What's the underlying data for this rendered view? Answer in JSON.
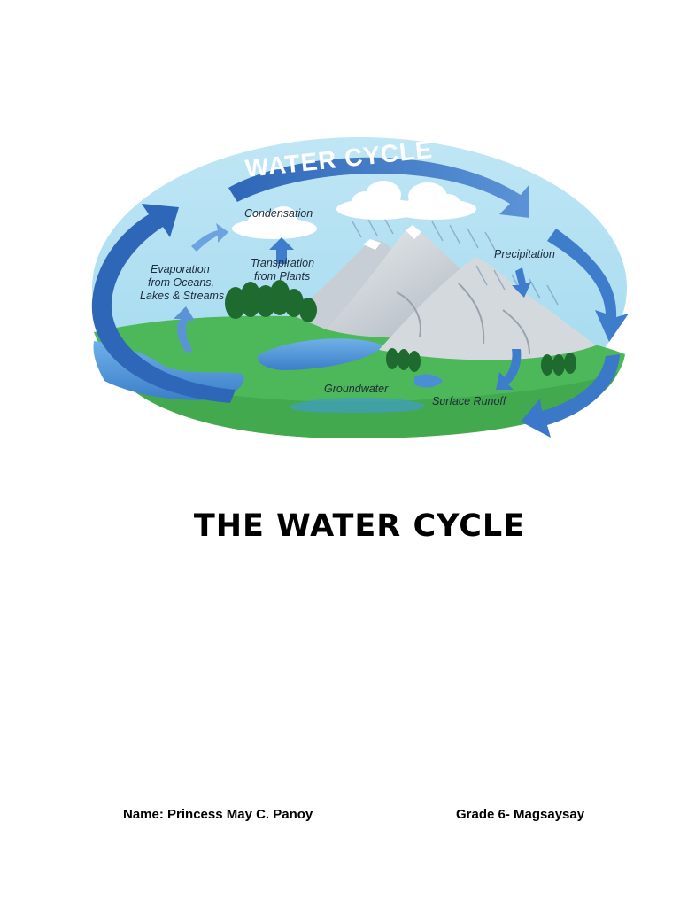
{
  "document": {
    "title": "THE WATER CYCLE",
    "name": "Name: Princess May C. Panoy",
    "grade": "Grade 6- Magsaysay"
  },
  "diagram": {
    "banner": "WATER CYCLE",
    "labels": {
      "condensation": "Condensation",
      "evaporation_1": "Evaporation",
      "evaporation_2": "from Oceans,",
      "evaporation_3": "Lakes & Streams",
      "transpiration_1": "Transpiration",
      "transpiration_2": "from Plants",
      "precipitation": "Precipitation",
      "groundwater": "Groundwater",
      "surface_runoff": "Surface Runoff"
    }
  }
}
